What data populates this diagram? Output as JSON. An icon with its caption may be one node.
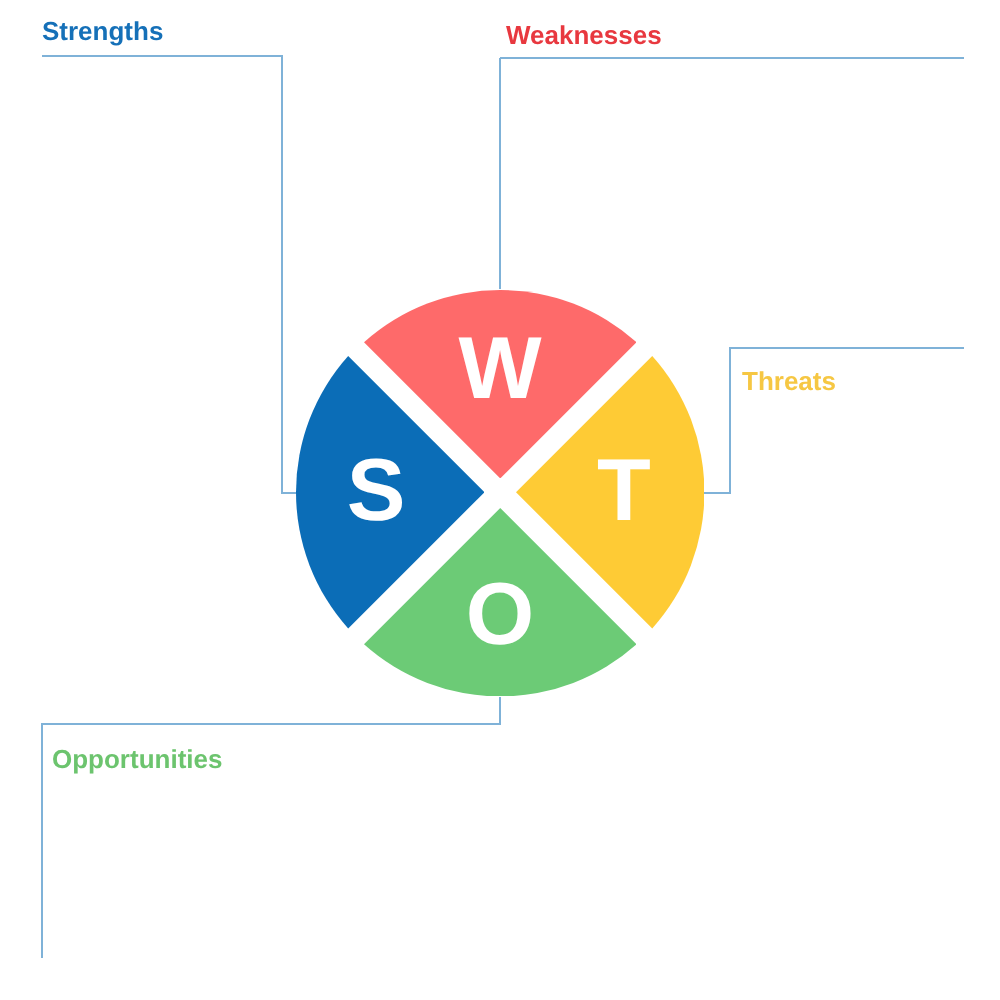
{
  "diagram": {
    "nodes": [
      {
        "text": [
          "Strengths"
        ]
      },
      {
        "text": [
          "Weaknesses"
        ]
      },
      {
        "text": [
          "W"
        ]
      },
      {
        "text": [
          "Threats"
        ]
      },
      {
        "text": [
          "S"
        ]
      },
      {
        "text": [
          "T"
        ]
      },
      {
        "text": [
          "O"
        ]
      },
      {
        "text": [
          "Opportunities"
        ]
      }
    ],
    "edges": [
      {
        "from": 0,
        "to": 4,
        "arrow": "none"
      },
      {
        "from": 1,
        "to": 2,
        "arrow": "none"
      },
      {
        "from": 3,
        "to": 5,
        "arrow": "none"
      },
      {
        "from": 7,
        "to": 6,
        "arrow": "none"
      }
    ]
  }
}
